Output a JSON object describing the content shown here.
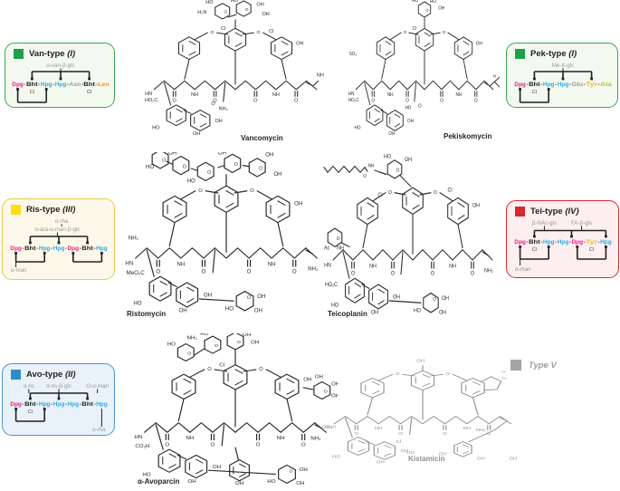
{
  "figure": {
    "background": "#ffffff"
  },
  "palette": {
    "dpg": "#ec1e8c",
    "hpg": "#29abe2",
    "bht": "#231f20",
    "tyr": "#f2b616",
    "leu": "#f7941e",
    "ala": "#a9c93a",
    "neutral": "#97999c",
    "hyphen": "#4a4a4a",
    "van_accent": "#3aa655",
    "van_swatch": "#1ea04d",
    "van_bg": "#f4f9f0",
    "pek_accent": "#3aa655",
    "pek_swatch": "#1ea04d",
    "pek_bg": "#f4f9f0",
    "ris_accent": "#e9c94b",
    "ris_swatch": "#ffdd17",
    "ris_bg": "#fdf9ea",
    "tei_accent": "#d7282f",
    "tei_swatch": "#d7282f",
    "tei_bg": "#fdeff0",
    "avo_accent": "#4a94d0",
    "avo_swatch": "#2f8ccc",
    "avo_bg": "#e9f2fa",
    "type_v_gray": "#a2a5a8",
    "structure_black": "#2b2b2b",
    "structure_gray": "#8f9194"
  },
  "type_boxes": [
    {
      "id": "van",
      "title": "Van-type",
      "numeral": "(I)",
      "sugar_labels": [
        "α-van-β-glc"
      ],
      "residues": [
        "Dpg",
        "Bht",
        "Hpg",
        "Hpg",
        "Asn",
        "Bht",
        "Leu"
      ],
      "residue_colors": [
        "dpg",
        "bht",
        "hpg",
        "hpg",
        "neutral",
        "bht",
        "leu"
      ],
      "cl_label": "Cl",
      "cl_positions": [
        1,
        5
      ],
      "bottom_labels": []
    },
    {
      "id": "pek",
      "title": "Pek-type",
      "numeral": "(I)",
      "sugar_labels": [
        "Me-β-glc"
      ],
      "residues": [
        "Dpg",
        "Bht",
        "Hpg",
        "Hpg",
        "Glu",
        "Tyr",
        "Ala"
      ],
      "residue_colors": [
        "dpg",
        "bht",
        "hpg",
        "hpg",
        "neutral",
        "tyr",
        "ala"
      ],
      "cl_label": "Cl",
      "cl_positions": [
        1
      ],
      "bottom_labels": []
    },
    {
      "id": "ris",
      "title": "Ris-type",
      "numeral": "(III)",
      "sugar_labels": [
        "α-rha",
        "α-ara-α-man-β-glc"
      ],
      "residues": [
        "Dpg",
        "Bht",
        "Hpg",
        "Hpg",
        "Dpg",
        "Bht",
        "Hpg"
      ],
      "residue_colors": [
        "dpg",
        "bht",
        "hpg",
        "hpg",
        "dpg",
        "bht",
        "hpg"
      ],
      "cl_label": "Cl",
      "cl_positions": [],
      "bottom_labels": [
        "α-man"
      ]
    },
    {
      "id": "tei",
      "title": "Tei-type",
      "numeral": "(IV)",
      "sugar_labels": [
        "β-NAc-gls",
        "FA-β-gls"
      ],
      "residues": [
        "Dpg",
        "Bht",
        "Hpg",
        "Hpg",
        "Dpg",
        "Tyr",
        "Hpg"
      ],
      "residue_colors": [
        "dpg",
        "bht",
        "hpg",
        "hpg",
        "dpg",
        "tyr",
        "hpg"
      ],
      "cl_label": "Cl",
      "cl_positions": [
        1,
        5
      ],
      "bottom_labels": [
        "α-man"
      ]
    },
    {
      "id": "avo",
      "title": "Avo-type",
      "numeral": "(II)",
      "sugar_labels": [
        "α-ris",
        "α-ris-β-glc",
        "O-α-man"
      ],
      "residues": [
        "Dpg",
        "Bht",
        "Hpg",
        "Hpg",
        "Hpg",
        "Bht",
        "Hpg"
      ],
      "residue_colors": [
        "dpg",
        "bht",
        "hpg",
        "hpg",
        "hpg",
        "bht",
        "hpg"
      ],
      "cl_label": "Cl",
      "cl_positions": [
        1
      ],
      "bottom_labels": [
        "α-rha"
      ]
    }
  ],
  "type_v": {
    "title": "Type V"
  },
  "molecules": [
    {
      "name": "Vancomycin"
    },
    {
      "name": "Pekiskomycin"
    },
    {
      "name": "Ristomycin"
    },
    {
      "name": "Teicoplanin"
    },
    {
      "name": "α-Avoparcin"
    },
    {
      "name": "Kistamicin"
    }
  ],
  "atom_labels": {
    "oh": "OH",
    "ho": "HO",
    "o": "O",
    "n": "N",
    "h": "H",
    "nh": "NH",
    "hn": "HN",
    "nh2": "NH₂",
    "h2n": "H₂N",
    "cl": "Cl",
    "ac": "Ac",
    "so3": "SO₃",
    "co2h": "CO₂H",
    "ho2c": "HO₂C",
    "meo2c": "MeO₂C"
  }
}
